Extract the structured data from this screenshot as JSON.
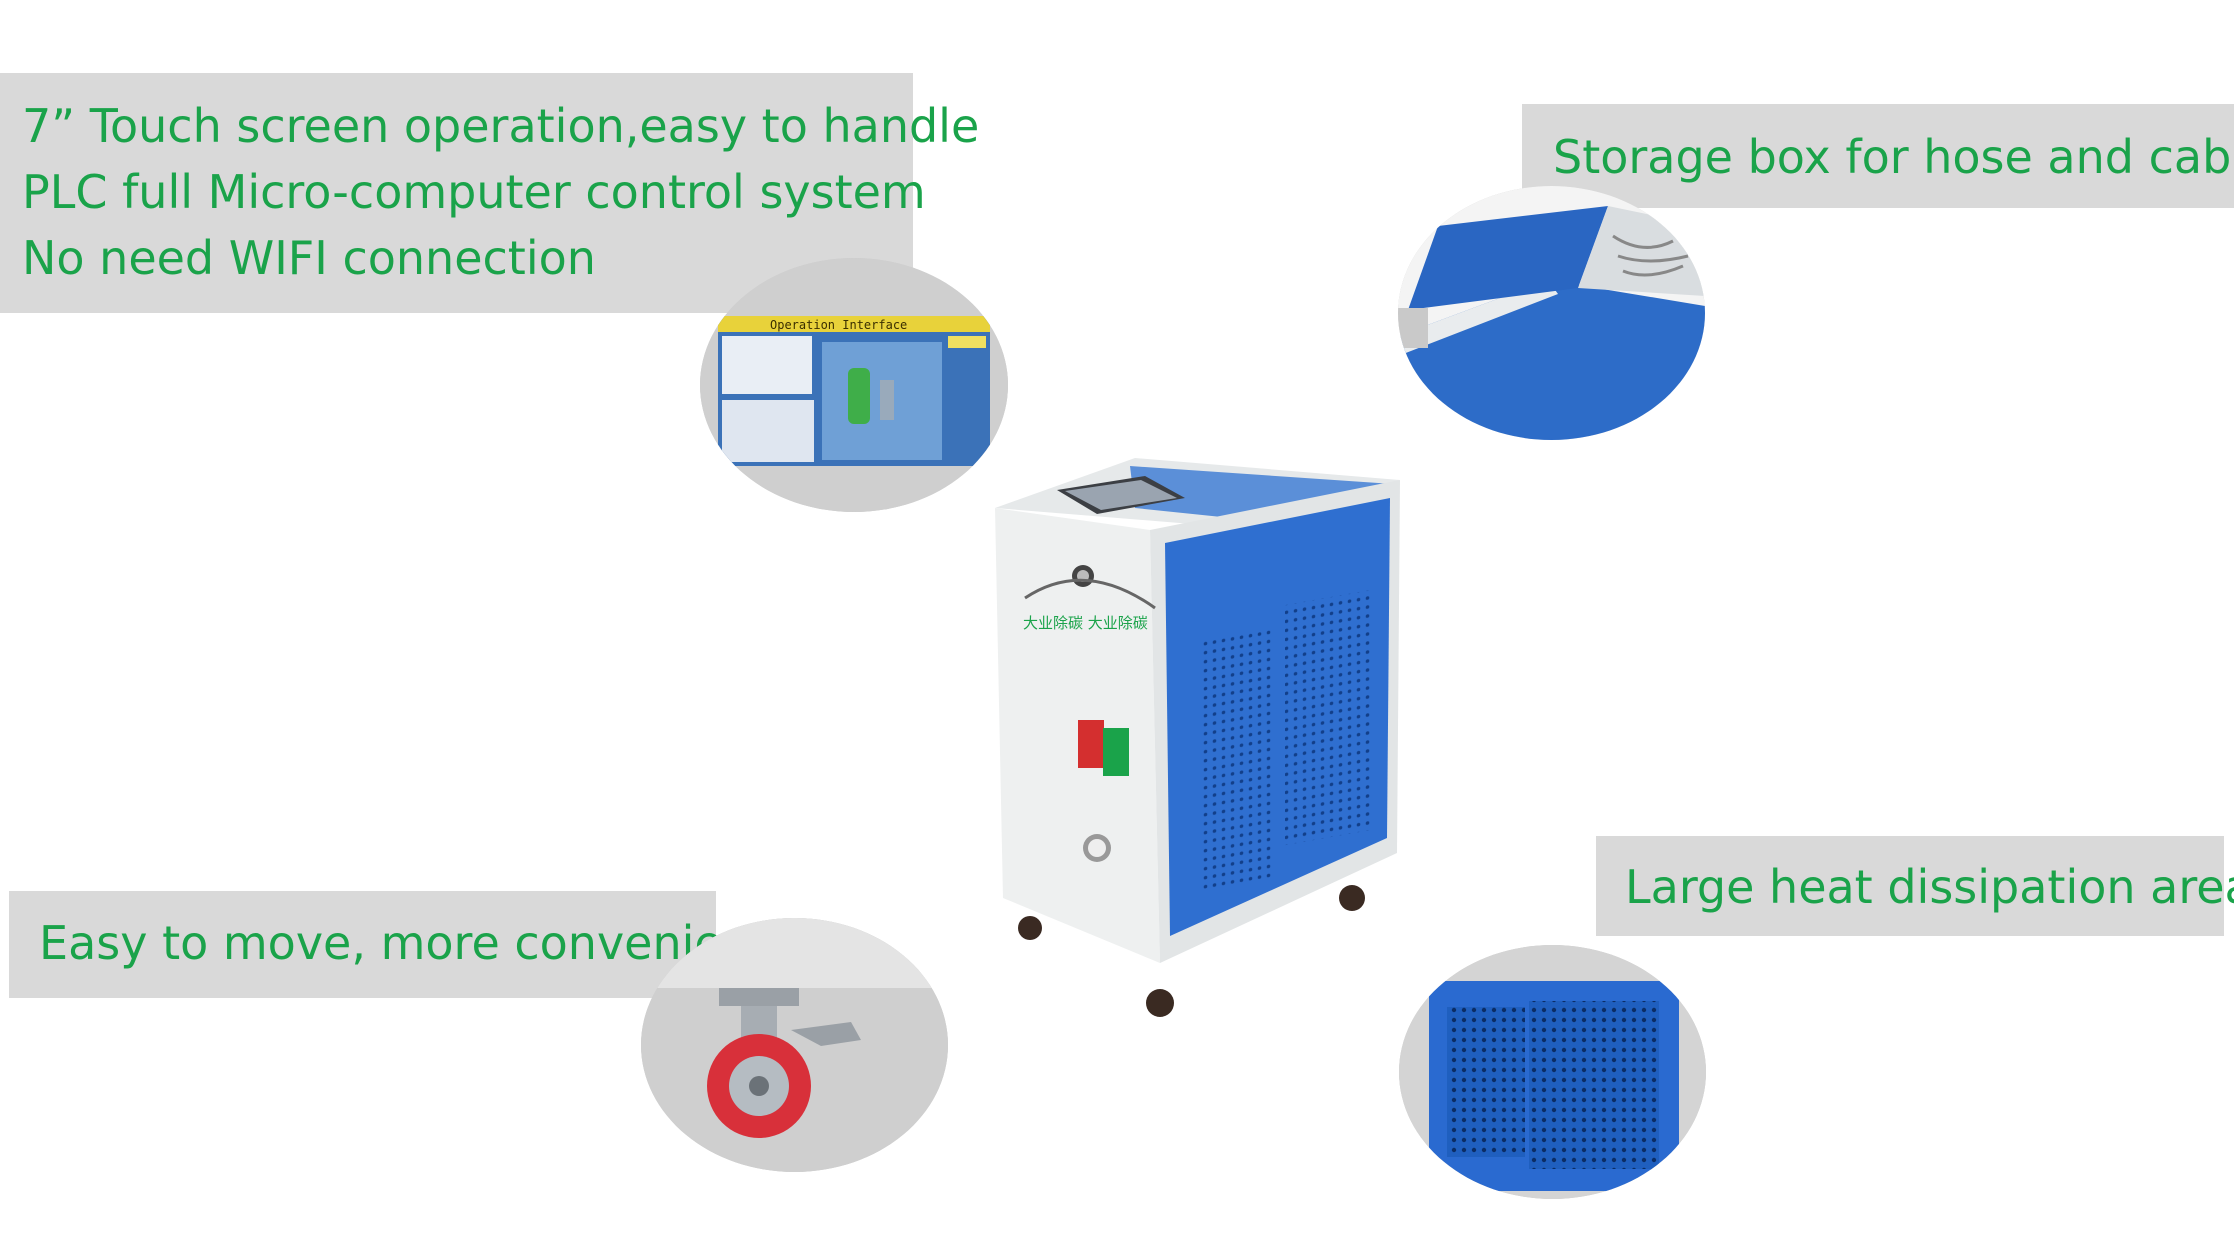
{
  "callouts": {
    "touch_screen": [
      "7” Touch screen operation,easy to handle",
      "PLC full Micro-computer control system",
      "No need WIFI connection"
    ],
    "storage": "Storage box for hose and cable",
    "heat": "Large heat dissipation area",
    "move": "Easy to move, more convenient"
  },
  "machine": {
    "panel_text": "大业除碳 大业除碳",
    "screen_title": "Operation Interface"
  },
  "colors": {
    "callout_text": "#1aa34a",
    "callout_bg": "#d9d9d9",
    "panel_blue": "#2f6fd0",
    "body_white": "#eef0f0"
  }
}
